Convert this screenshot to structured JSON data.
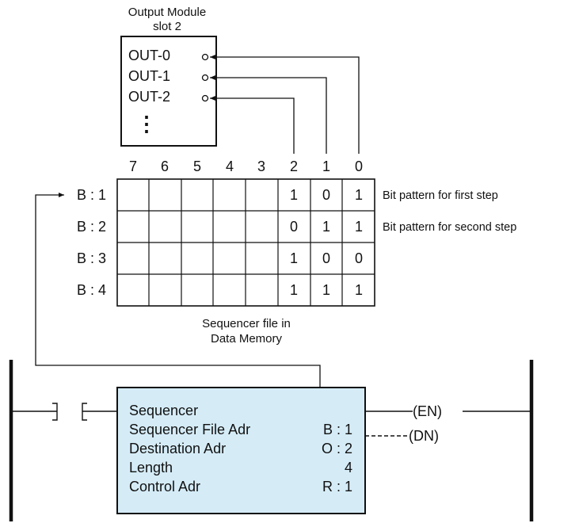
{
  "output_module": {
    "title_line1": "Output Module",
    "title_line2": "slot 2",
    "outputs": [
      "OUT-0",
      "OUT-1",
      "OUT-2"
    ],
    "continuation": "⋮"
  },
  "bit_columns": [
    "7",
    "6",
    "5",
    "4",
    "3",
    "2",
    "1",
    "0"
  ],
  "rows": [
    {
      "label": "B : 1",
      "bits": [
        "",
        "",
        "",
        "",
        "",
        "1",
        "0",
        "1"
      ],
      "note": "Bit pattern for first step"
    },
    {
      "label": "B : 2",
      "bits": [
        "",
        "",
        "",
        "",
        "",
        "0",
        "1",
        "1"
      ],
      "note": "Bit pattern for second step"
    },
    {
      "label": "B : 3",
      "bits": [
        "",
        "",
        "",
        "",
        "",
        "1",
        "0",
        "0"
      ],
      "note": ""
    },
    {
      "label": "B : 4",
      "bits": [
        "",
        "",
        "",
        "",
        "",
        "1",
        "1",
        "1"
      ],
      "note": ""
    }
  ],
  "file_caption": {
    "line1": "Sequencer file in",
    "line2": "Data Memory"
  },
  "instruction": {
    "title": "Sequencer",
    "fields": [
      {
        "label": "Sequencer File Adr",
        "value": "B : 1"
      },
      {
        "label": "Destination Adr",
        "value": "O : 2"
      },
      {
        "label": "Length",
        "value": "4"
      },
      {
        "label": "Control Adr",
        "value": "R : 1"
      }
    ],
    "outputs": [
      "(EN)",
      "(DN)"
    ]
  },
  "colors": {
    "box_fill": "#d5ecf7",
    "line": "#111111"
  }
}
